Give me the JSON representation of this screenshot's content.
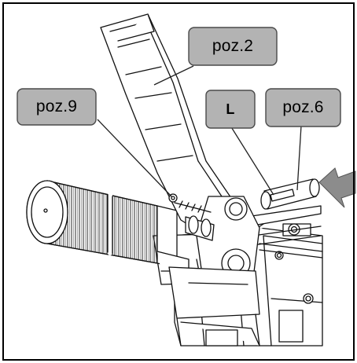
{
  "labels": {
    "poz2": "poz.2",
    "poz9": "poz.9",
    "L": "L",
    "poz6": "poz.6"
  },
  "colors": {
    "callout_fill": "#b3b3b3",
    "callout_stroke": "#4a4a4a",
    "line_art": "#111111",
    "arrow_fill": "#8c8c8c",
    "background": "#ffffff"
  },
  "icons": {
    "direction_arrow": "left-arrow-icon"
  }
}
